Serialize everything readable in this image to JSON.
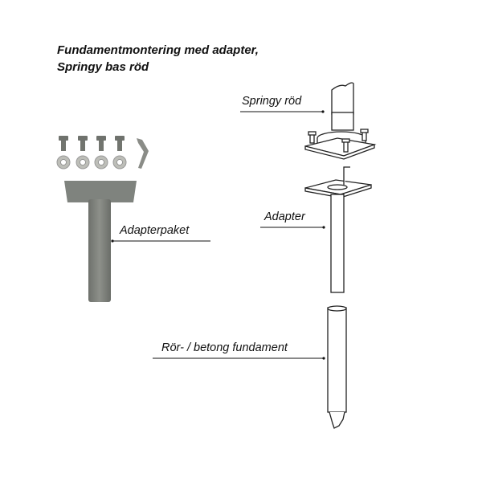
{
  "title": {
    "line1": "Fundamentmontering med adapter,",
    "line2": "Springy bas röd"
  },
  "labels": {
    "adapter_kit": "Adapterpaket",
    "springy": "Springy röd",
    "adapter": "Adapter",
    "foundation": "Rör- / betong fundament"
  },
  "parts": {
    "bolts_count": 4,
    "washers_count": 4
  },
  "colors": {
    "metal": "#7c7f7a",
    "outline": "#222222",
    "washer": "#b9bab4"
  }
}
